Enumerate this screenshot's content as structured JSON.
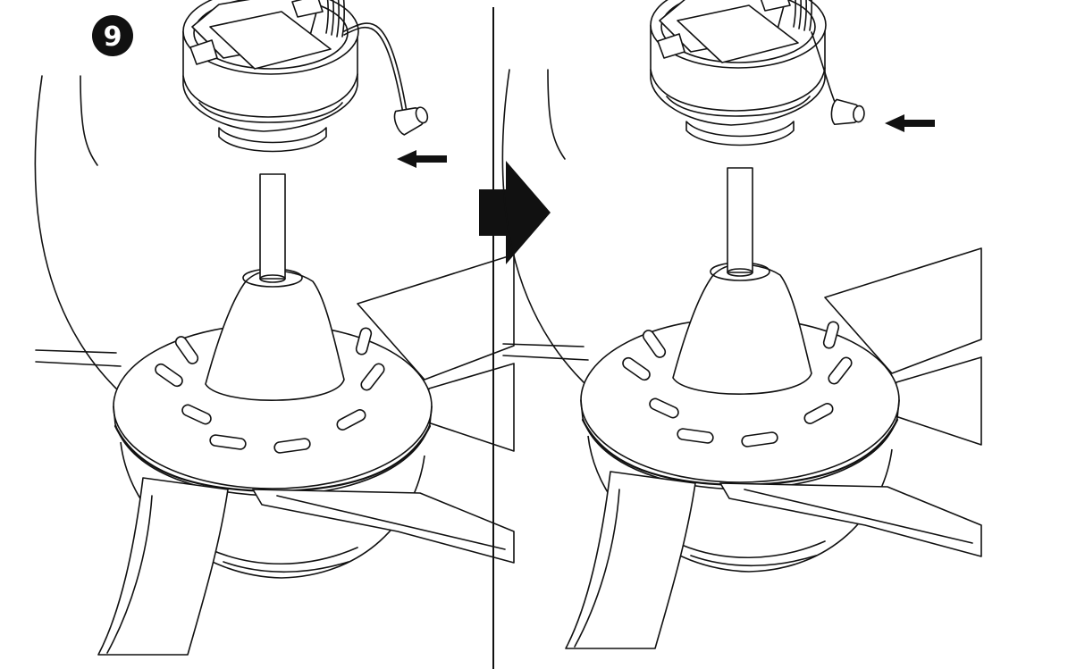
{
  "step": {
    "number": "9",
    "badge_color": "#111111"
  },
  "panels": [
    {
      "name": "before",
      "wire_connector": "disconnected",
      "indicator": "arrow-left-icon"
    },
    {
      "name": "after",
      "wire_connector": "connected",
      "indicator": "arrow-left-icon"
    }
  ],
  "transition_icon": "arrow-right-icon",
  "line_color": "#111111",
  "background": "#ffffff"
}
